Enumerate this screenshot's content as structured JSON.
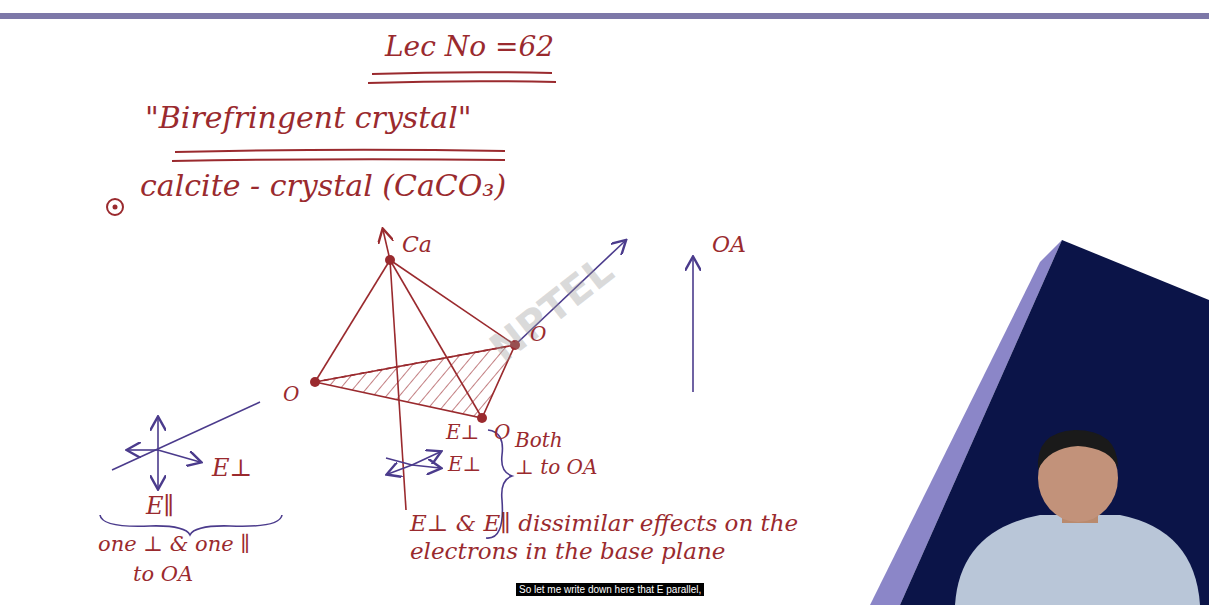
{
  "diagram": {
    "title": "Lec No =62",
    "caption": "So let me write down here that E parallel,",
    "labels": [
      "\"Birefringent crystal\"",
      "calcite - crystal (CaCO₃)",
      "Ca",
      "O",
      "O",
      "O",
      "OA",
      "E⊥",
      "E∥",
      "one ⊥ & one ∥",
      "to OA",
      "E⊥",
      "E⊥",
      "Both",
      "⊥ to OA",
      "E⊥ & E∥ dissimilar effects on the electrons in the base plane",
      "NPTEL"
    ]
  }
}
